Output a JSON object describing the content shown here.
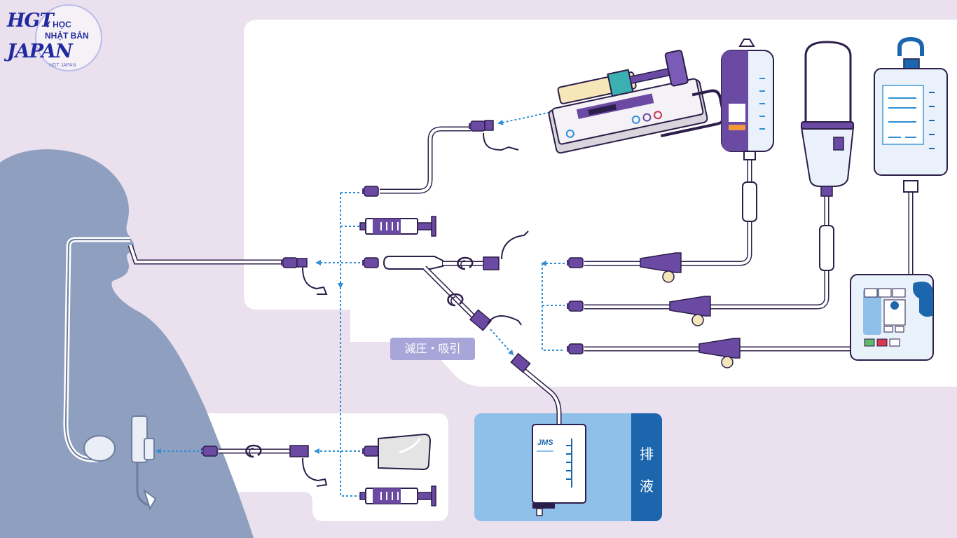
{
  "logo": {
    "line1": "HGT",
    "line2": "JAPAN",
    "side1": "Y HỌC",
    "side2": "NHẬT BẢN",
    "caption": "HGT JAPAN"
  },
  "labels": {
    "decompression_suction": "減圧・吸引",
    "drainage_char1": "排",
    "drainage_char2": "液",
    "bag_brand": "JMS"
  },
  "colors": {
    "background": "#ebe0ee",
    "panel": "#ffffff",
    "body_silhouette": "#8f9fbf",
    "connector_purple": "#6b4aa3",
    "arrow_blue": "#2f8fd6",
    "drain_panel": "#8ec0ea",
    "drain_label": "#1b66ad"
  }
}
